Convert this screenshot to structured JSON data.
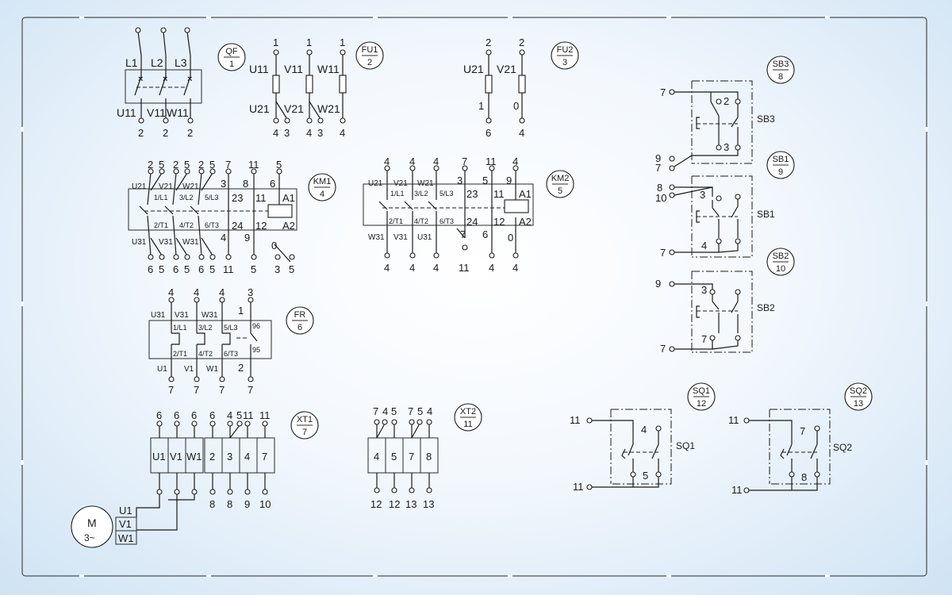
{
  "modules": [
    {
      "id": "QF",
      "ref": "1"
    },
    {
      "id": "FU1",
      "ref": "2"
    },
    {
      "id": "FU2",
      "ref": "3"
    },
    {
      "id": "KM1",
      "ref": "4"
    },
    {
      "id": "KM2",
      "ref": "5"
    },
    {
      "id": "FR",
      "ref": "6"
    },
    {
      "id": "XT1",
      "ref": "7"
    },
    {
      "id": "XT2",
      "ref": "11"
    },
    {
      "id": "SB3",
      "ref": "8"
    },
    {
      "id": "SB1",
      "ref": "9"
    },
    {
      "id": "SB2",
      "ref": "10"
    },
    {
      "id": "SQ1",
      "ref": "12"
    },
    {
      "id": "SQ2",
      "ref": "13"
    }
  ],
  "qf": {
    "top": [
      "L1",
      "L2",
      "L3"
    ],
    "bottom": [
      "U11",
      "V11",
      "W11"
    ],
    "bottom_nums": [
      "2",
      "2",
      "2"
    ]
  },
  "fu1": {
    "top_nums": [
      "1",
      "1",
      "1"
    ],
    "top": [
      "U11",
      "V11",
      "W11"
    ],
    "bottom": [
      "U21",
      "V21",
      "W21"
    ],
    "bottom_nums": [
      "4",
      "3",
      "4",
      "3",
      "4"
    ]
  },
  "fu2": {
    "top_nums": [
      "2",
      "2"
    ],
    "top": [
      "U21",
      "V21"
    ],
    "bottom": [
      "1",
      "0"
    ],
    "bottom_nums": [
      "6",
      "4"
    ]
  },
  "km1": {
    "top_nums": [
      "2",
      "5",
      "2",
      "5",
      "2",
      "5",
      "7",
      "11",
      "5"
    ],
    "mid_nums": [
      "3",
      "8",
      "6"
    ],
    "top_labels": [
      "U21",
      "V21",
      "W21"
    ],
    "contacts": [
      "1/L1",
      "3/L2",
      "5/L3",
      "2/T1",
      "4/T2",
      "6/T3"
    ],
    "aux": [
      "23",
      "11",
      "24",
      "12",
      "A1",
      "A2"
    ],
    "bot_labels": [
      "U31",
      "V31",
      "W31"
    ],
    "mid2": [
      "4",
      "9",
      "0"
    ],
    "bottom_nums": [
      "6",
      "5",
      "6",
      "5",
      "6",
      "5",
      "11",
      "5",
      "3",
      "5"
    ]
  },
  "km2": {
    "top_nums": [
      "4",
      "4",
      "4",
      "7",
      "11",
      "4"
    ],
    "mid_nums": [
      "3",
      "5",
      "9"
    ],
    "top_labels": [
      "U21",
      "V21",
      "W21"
    ],
    "contacts": [
      "1/L1",
      "3/L2",
      "5/L3",
      "2/T1",
      "4/T2",
      "6/T3"
    ],
    "aux": [
      "23",
      "11",
      "24",
      "12",
      "A1",
      "A2"
    ],
    "bot_labels": [
      "W31",
      "V31",
      "U31"
    ],
    "mid2": [
      "7",
      "6",
      "0"
    ],
    "bottom_nums": [
      "4",
      "4",
      "4",
      "11",
      "4",
      "4"
    ]
  },
  "fr": {
    "top_nums": [
      "4",
      "4",
      "4",
      "3"
    ],
    "top_labels": [
      "U31",
      "V31",
      "W31",
      "1"
    ],
    "contacts": [
      "1/L1",
      "3/L2",
      "5/L3",
      "2/T1",
      "4/T2",
      "6/T3"
    ],
    "aux": [
      "96",
      "95"
    ],
    "bot_labels": [
      "U1",
      "V1",
      "W1",
      "2"
    ],
    "bottom_nums": [
      "7",
      "7",
      "7",
      "7"
    ]
  },
  "xt1": {
    "top_nums": [
      "6",
      "6",
      "6",
      "6",
      "4",
      "5",
      "11",
      "11"
    ],
    "cells": [
      "U1",
      "V1",
      "W1",
      "2",
      "3",
      "4",
      "7"
    ],
    "bottom_nums": [
      "8",
      "8",
      "9",
      "10"
    ]
  },
  "xt2": {
    "top_nums": [
      "7",
      "4",
      "5",
      "7",
      "5",
      "4"
    ],
    "cells": [
      "4",
      "5",
      "7",
      "8"
    ],
    "bottom_nums": [
      "12",
      "12",
      "13",
      "13"
    ]
  },
  "motor": {
    "symbol": "M",
    "type": "3~",
    "terms": [
      "U1",
      "V1",
      "W1"
    ]
  },
  "sb3": {
    "left": [
      "7",
      "9",
      "7"
    ],
    "in": [
      "2",
      "3"
    ]
  },
  "sb1": {
    "left": [
      "8",
      "10",
      "7"
    ],
    "in": [
      "3",
      "4"
    ]
  },
  "sb2": {
    "left": [
      "9",
      "7"
    ],
    "in": [
      "3",
      "7"
    ]
  },
  "sq1": {
    "left": [
      "11",
      "11"
    ],
    "in": [
      "4",
      "5"
    ]
  },
  "sq2": {
    "left": [
      "11",
      "11"
    ],
    "in": [
      "7",
      "8"
    ]
  }
}
